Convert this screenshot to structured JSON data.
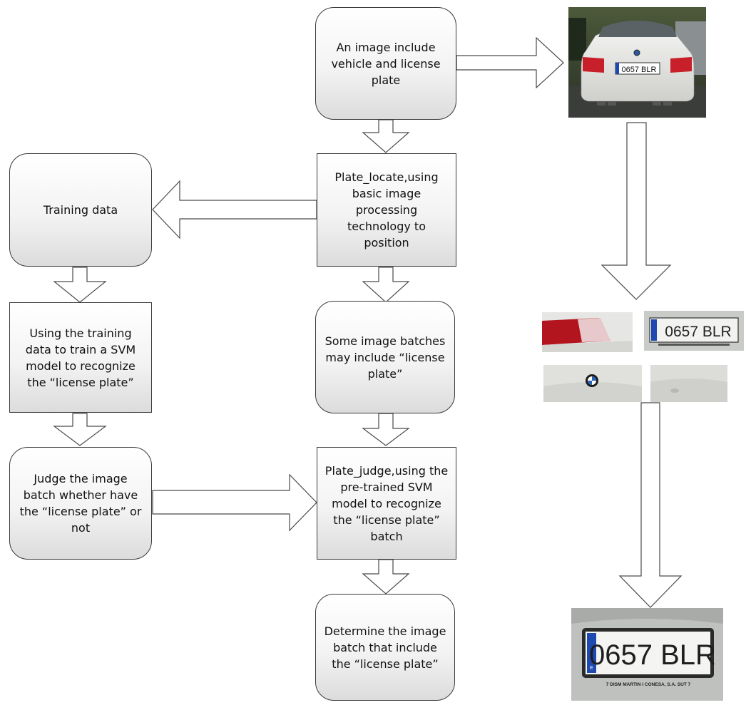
{
  "nodes": {
    "input_image": "An image include vehicle and license plate",
    "plate_locate": "Plate_locate,using basic image processing technology to position",
    "training_data": "Training data",
    "train_svm": "Using the training data to train a SVM model to recognize the “license plate”",
    "image_batches": "Some image batches may include “license plate”",
    "judge_batch": "Judge the image batch whether have the “license plate” or not",
    "plate_judge": "Plate_judge,using the pre-trained SVM model to recognize the “license plate” batch",
    "determine_batch": "Determine the image batch that include the “license plate”"
  },
  "images": {
    "car": {
      "plate_text": "0657 BLR"
    },
    "crop_plate": {
      "plate_text": "0657 BLR"
    },
    "final_plate": {
      "plate_text": "0657 BLR",
      "country_code": "E",
      "footer_text": "7 DISM MARTIN I CONESA, S.A. SUT 7"
    }
  }
}
